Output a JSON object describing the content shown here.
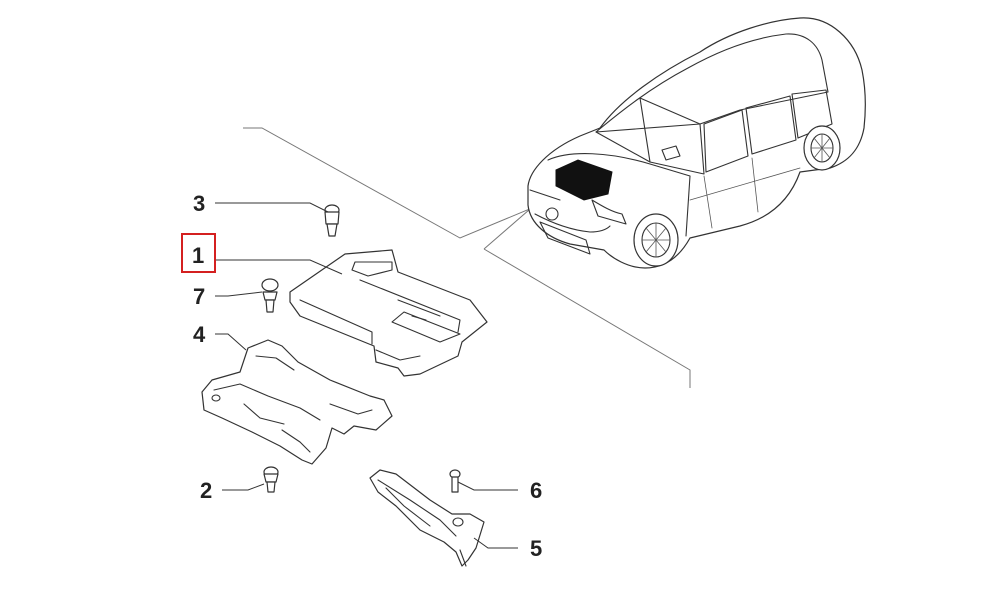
{
  "callouts": [
    {
      "id": "3",
      "label": "3"
    },
    {
      "id": "1",
      "label": "1",
      "highlighted": true
    },
    {
      "id": "7",
      "label": "7"
    },
    {
      "id": "4",
      "label": "4"
    },
    {
      "id": "2",
      "label": "2"
    },
    {
      "id": "6",
      "label": "6"
    },
    {
      "id": "5",
      "label": "5"
    }
  ],
  "colors": {
    "line": "#333333",
    "highlight_box": "#d42020",
    "engine_cover_on_car": "#111111",
    "background": "#ffffff"
  },
  "icons": {
    "vehicle": "sedan-car-icon",
    "engine_cover": "engine-cover-part",
    "lower_cover": "lower-cover-part",
    "side_bracket": "side-bracket-part",
    "fasteners": [
      "push-clip-icon",
      "stud-pin-icon",
      "bolt-icon",
      "screw-icon"
    ]
  }
}
